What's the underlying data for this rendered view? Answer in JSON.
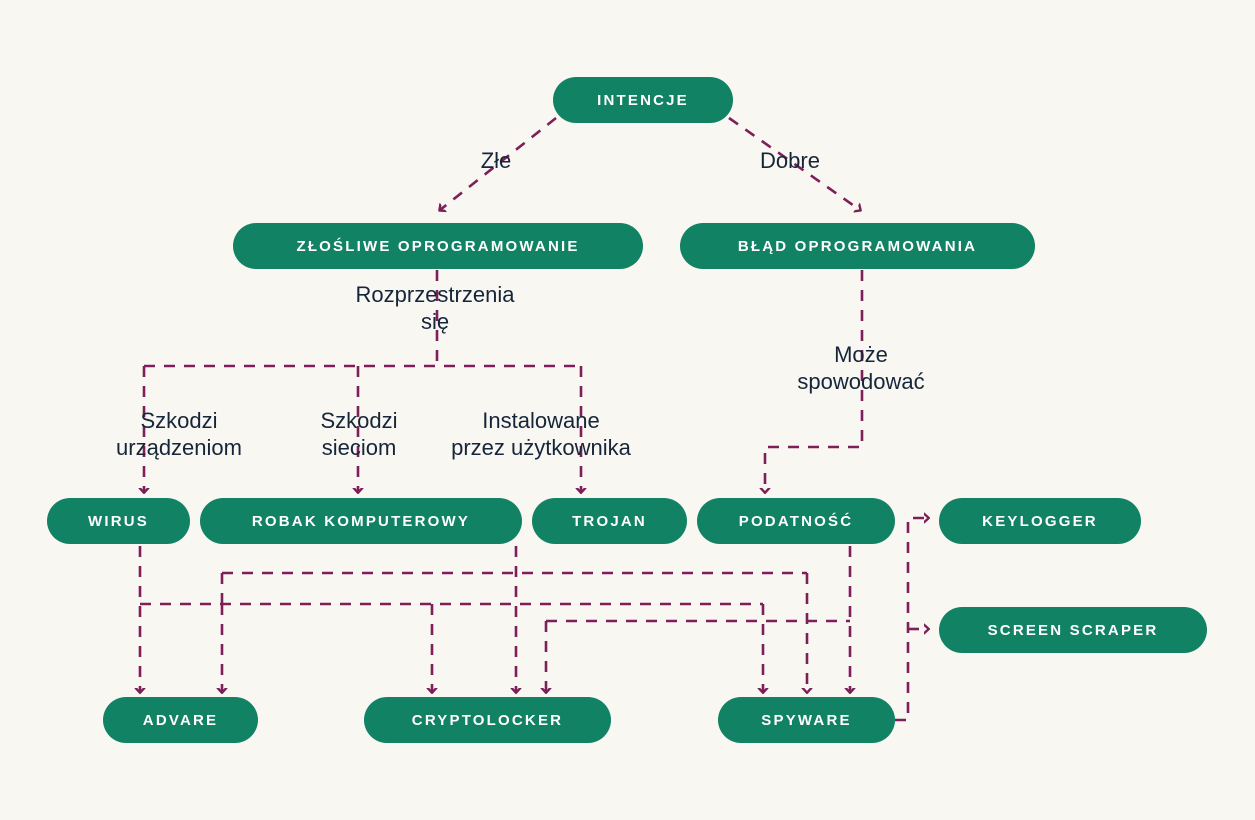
{
  "diagram": {
    "title_node": "INTENCJE",
    "background_color": "#f9f7f1",
    "node_color": "#128264",
    "node_text_color": "#ffffff",
    "connector_color": "#7d1f58",
    "label_text_color": "#16263a",
    "nodes": [
      {
        "id": "intencje",
        "label": "INTENCJE"
      },
      {
        "id": "zlosliwe",
        "label": "ZŁOŚLIWE OPROGRAMOWANIE"
      },
      {
        "id": "blad",
        "label": "BŁĄD OPROGRAMOWANIA"
      },
      {
        "id": "wirus",
        "label": "WIRUS"
      },
      {
        "id": "robak",
        "label": "ROBAK KOMPUTEROWY"
      },
      {
        "id": "trojan",
        "label": "TROJAN"
      },
      {
        "id": "podatnosc",
        "label": "PODATNOŚĆ"
      },
      {
        "id": "keylogger",
        "label": "KEYLOGGER"
      },
      {
        "id": "screen",
        "label": "SCREEN SCRAPER"
      },
      {
        "id": "advare",
        "label": "ADVARE"
      },
      {
        "id": "crypto",
        "label": "CRYPTOLOCKER"
      },
      {
        "id": "spyware",
        "label": "SPYWARE"
      }
    ],
    "edge_labels": [
      {
        "id": "zle",
        "text": "Złe"
      },
      {
        "id": "dobre",
        "text": "Dobre"
      },
      {
        "id": "rozprzestrzenia",
        "text": "Rozprzestrzenia\nsię"
      },
      {
        "id": "szkodzi-urzadzeniom",
        "text": "Szkodzi\nurządzeniom"
      },
      {
        "id": "szkodzi-sieciom",
        "text": "Szkodzi\nsieciom"
      },
      {
        "id": "instalowane",
        "text": "Instalowane\nprzez użytkownika"
      },
      {
        "id": "moze-spowodowac",
        "text": "Może\nspowodować"
      }
    ]
  }
}
